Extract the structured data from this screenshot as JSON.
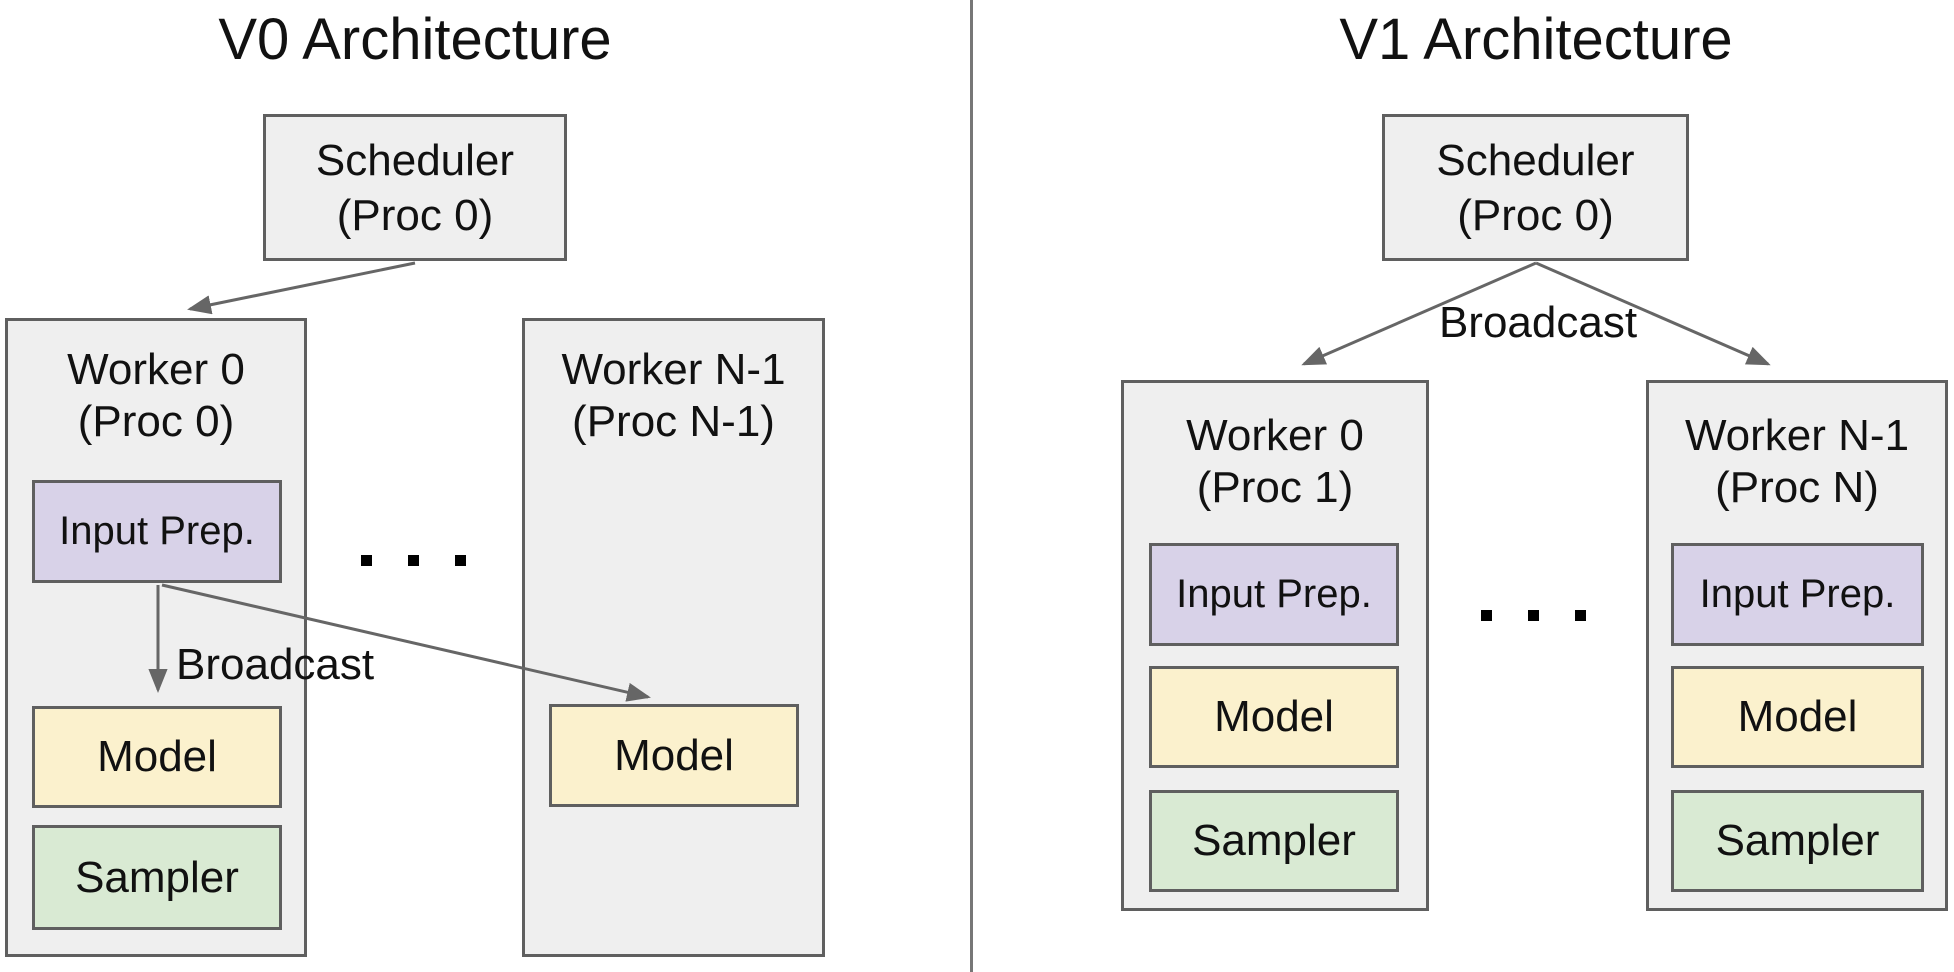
{
  "left": {
    "title": "V0 Architecture",
    "scheduler": {
      "line1": "Scheduler",
      "line2": "(Proc 0)"
    },
    "broadcast_label": "Broadcast",
    "ellipsis": ". . .",
    "worker0": {
      "line1": "Worker 0",
      "line2": "(Proc 0)",
      "input_prep": "Input Prep.",
      "model": "Model",
      "sampler": "Sampler"
    },
    "workerN": {
      "line1": "Worker N-1",
      "line2": "(Proc N-1)",
      "model": "Model"
    }
  },
  "right": {
    "title": "V1 Architecture",
    "scheduler": {
      "line1": "Scheduler",
      "line2": "(Proc 0)"
    },
    "broadcast_label": "Broadcast",
    "ellipsis": ". . .",
    "worker0": {
      "line1": "Worker 0",
      "line2": "(Proc 1)",
      "input_prep": "Input Prep.",
      "model": "Model",
      "sampler": "Sampler"
    },
    "workerN": {
      "line1": "Worker N-1",
      "line2": "(Proc N)",
      "input_prep": "Input Prep.",
      "model": "Model",
      "sampler": "Sampler"
    }
  },
  "colors": {
    "box_fill": "#efefef",
    "purple": "#d8d2e8",
    "yellow": "#fbf1cd",
    "green": "#d9ead3",
    "border": "#5f5f5f",
    "arrow": "#666666",
    "divider": "#777777"
  }
}
